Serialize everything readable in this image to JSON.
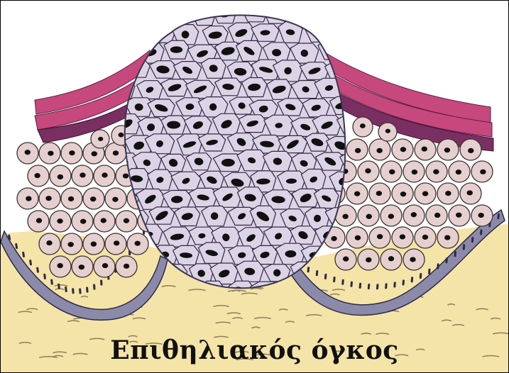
{
  "caption": "Επιθηλιακός όγκος",
  "colors": {
    "stroma": "#f5e4a8",
    "fiber": "#8d7f5c",
    "normal_cell": "#e6cfcf",
    "tumor_cell": "#dcd4e6",
    "nucleus": "#111111",
    "basal_layer": "#8c8aab",
    "muscle": "#c6487d",
    "muscle_dark": "#7a2f62"
  },
  "icons": [
    "tumor-mass",
    "normal-epithelial-cells",
    "basement-membrane",
    "muscle-layer",
    "connective-tissue"
  ]
}
